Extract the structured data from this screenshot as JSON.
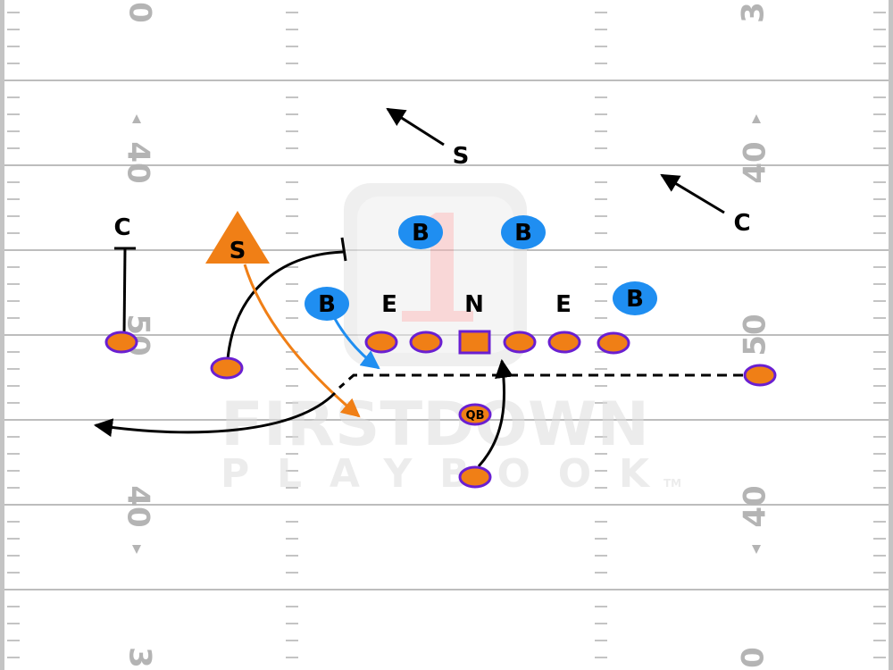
{
  "colors": {
    "field_line": "#bdbdbd",
    "number": "#b4b4b4",
    "offense_fill": "#f07f16",
    "offense_stroke": "#6a1fd1",
    "defense_fill": "#1f8ef1",
    "defense_text": "#000000",
    "safety_triangle": "#f07f16",
    "route_black": "#000000",
    "route_orange": "#f07f16",
    "route_blue": "#1f8ef1",
    "watermark": "#dedede"
  },
  "yard_numbers": {
    "left_top": "0",
    "right_top": "3",
    "left_40_upper": "40",
    "right_40_upper": "40",
    "left_50": "50",
    "right_50": "50",
    "left_40_lower": "40",
    "right_40_lower": "40",
    "left_bottom": "3",
    "right_bottom": "0"
  },
  "defense": {
    "safety_top": "S",
    "corner_right": "C",
    "corner_left": "C",
    "safety_blitz": "S",
    "backer_left": "B",
    "backer_mid_left": "B",
    "backer_mid_right": "B",
    "backer_right": "B",
    "end_left": "E",
    "nose": "N",
    "end_right": "E"
  },
  "offense": {
    "qb_label": "QB"
  },
  "watermark": {
    "line1": "FIRSTDOWN",
    "line2": "PLAYBOOK",
    "tm": "TM"
  }
}
